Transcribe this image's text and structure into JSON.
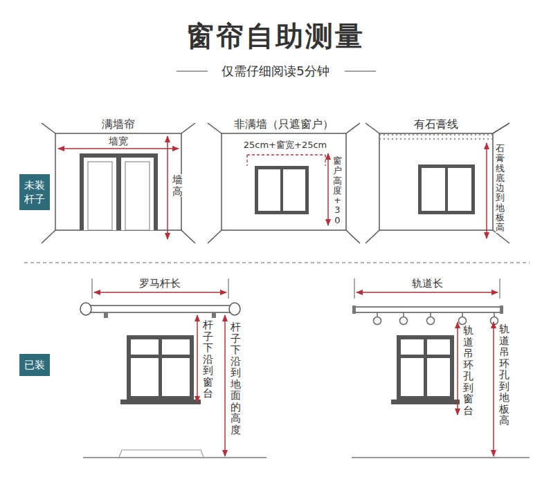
{
  "diagram": {
    "title": "窗帘自助测量",
    "nodes": [
      {
        "text": [
          "未装 杆子"
        ]
      },
      {
        "text": [
          "已装"
        ]
      }
    ],
    "labels": [
      "仅需仔细阅读5分钟",
      "满墙帘",
      "墙宽",
      "墙高",
      "非满墙（只遮窗户）",
      "25cm+窗宽+25cm",
      "窗户高度+30",
      "有石膏线",
      "石膏线底边到地板高",
      "罗马杆长",
      "杆子下沿到窗台",
      "杆子下沿到地面的高度",
      "轨道长",
      "轨道吊环孔到窗台",
      "轨道吊环孔到地板高"
    ]
  }
}
